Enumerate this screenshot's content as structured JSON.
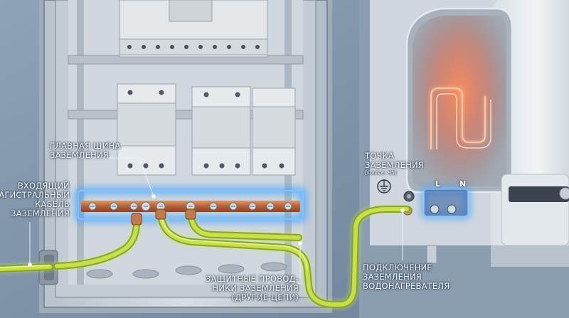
{
  "labels": {
    "main_bus": [
      "ГЛАВНАЯ ШИНА",
      "ЗАЗЕМЛЕНИЯ"
    ],
    "incoming_cable": [
      "ВХОДЯЩИЙ",
      "МАГИСТРАЛЬНЫЙ",
      "КАБЕЛЬ",
      "ЗАЗЕМЛЕНИЯ"
    ],
    "ground_point": [
      "ТОЧКА",
      "ЗАЗЕМЛЕНИЯ"
    ],
    "ground_point_source": "[source: 95]",
    "protective_conductors": [
      "ЗАЩИТНЫЕ ПРОВОД-",
      "НИКИ ЗАЗЕМЛЕНИЯ",
      "(ДРУГИЕ ЦЕПИ)"
    ],
    "heater_connection": [
      "ПОДКЛЮЧЕНИЕ",
      "ЗАЗЕМЛЕНИЯ",
      "ВОДОНАГРЕВАТЕЛЯ"
    ],
    "terminal_l": "L",
    "terminal_n": "N"
  },
  "colors": {
    "wall": "#7f97ad",
    "panel": "#c9d2db",
    "copper_bus": "#c06a42",
    "ground_wire": "#b6d23a",
    "blue_glow": "#3fa2ff",
    "heater_body": "#e9edf1",
    "heating_element_glow": "#ff7a4a"
  },
  "icons": [
    "ground-symbol-icon",
    "terminal-screw-icon",
    "cable-gland-icon"
  ]
}
